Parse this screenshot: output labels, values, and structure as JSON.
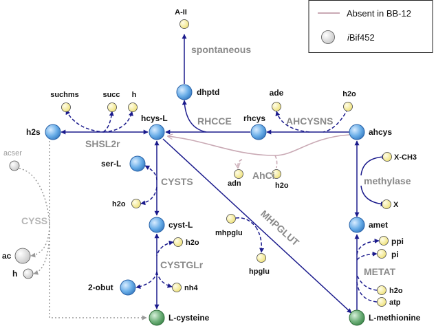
{
  "legend": {
    "absent_label": "Absent in BB-12",
    "model_prefix": "i",
    "model_label": "Bif452"
  },
  "colors": {
    "edge": "#1a1a8c",
    "absent_edge": "#c9a9b4",
    "cyss_edge": "#999999",
    "node_blue": "#6aaee8",
    "node_yellow": "#f7ef9a",
    "node_green": "#6fb07a",
    "node_gray": "#dcdcdc"
  },
  "metabolites": {
    "a2": "A-II",
    "dhptd": "dhptd",
    "suchms": "suchms",
    "succ": "succ",
    "h_top": "h",
    "ade": "ade",
    "h2o_top": "h2o",
    "h2s": "h2s",
    "hcys": "hcys-L",
    "rhcys": "rhcys",
    "ahcys": "ahcys",
    "acser": "acser",
    "serl": "ser-L",
    "x_ch3": "X-CH3",
    "adn": "adn",
    "h2o_ahc": "h2o",
    "h2o_cysts": "h2o",
    "x": "X",
    "cystl": "cyst-L",
    "mhpglu": "mhpglu",
    "amet": "amet",
    "h2o_cgl": "h2o",
    "ppi": "ppi",
    "ac": "ac",
    "hpglu": "hpglu",
    "pi": "pi",
    "h_cyss": "h",
    "obut": "2-obut",
    "nh4": "nh4",
    "h2o_metat": "h2o",
    "atp": "atp",
    "lcys": "L-cysteine",
    "lmet": "L-methionine"
  },
  "reactions": {
    "spontaneous": "spontaneous",
    "shsl2r": "SHSL2r",
    "rhcce": "RHCCE",
    "ahcysns": "AHCYSNS",
    "cysts": "CYSTS",
    "ahci": "AhCi",
    "methylase": "methylase",
    "cyss": "CYSS",
    "mhpglut": "MHPGLUT",
    "cystglr": "CYSTGLr",
    "metat": "METAT"
  }
}
